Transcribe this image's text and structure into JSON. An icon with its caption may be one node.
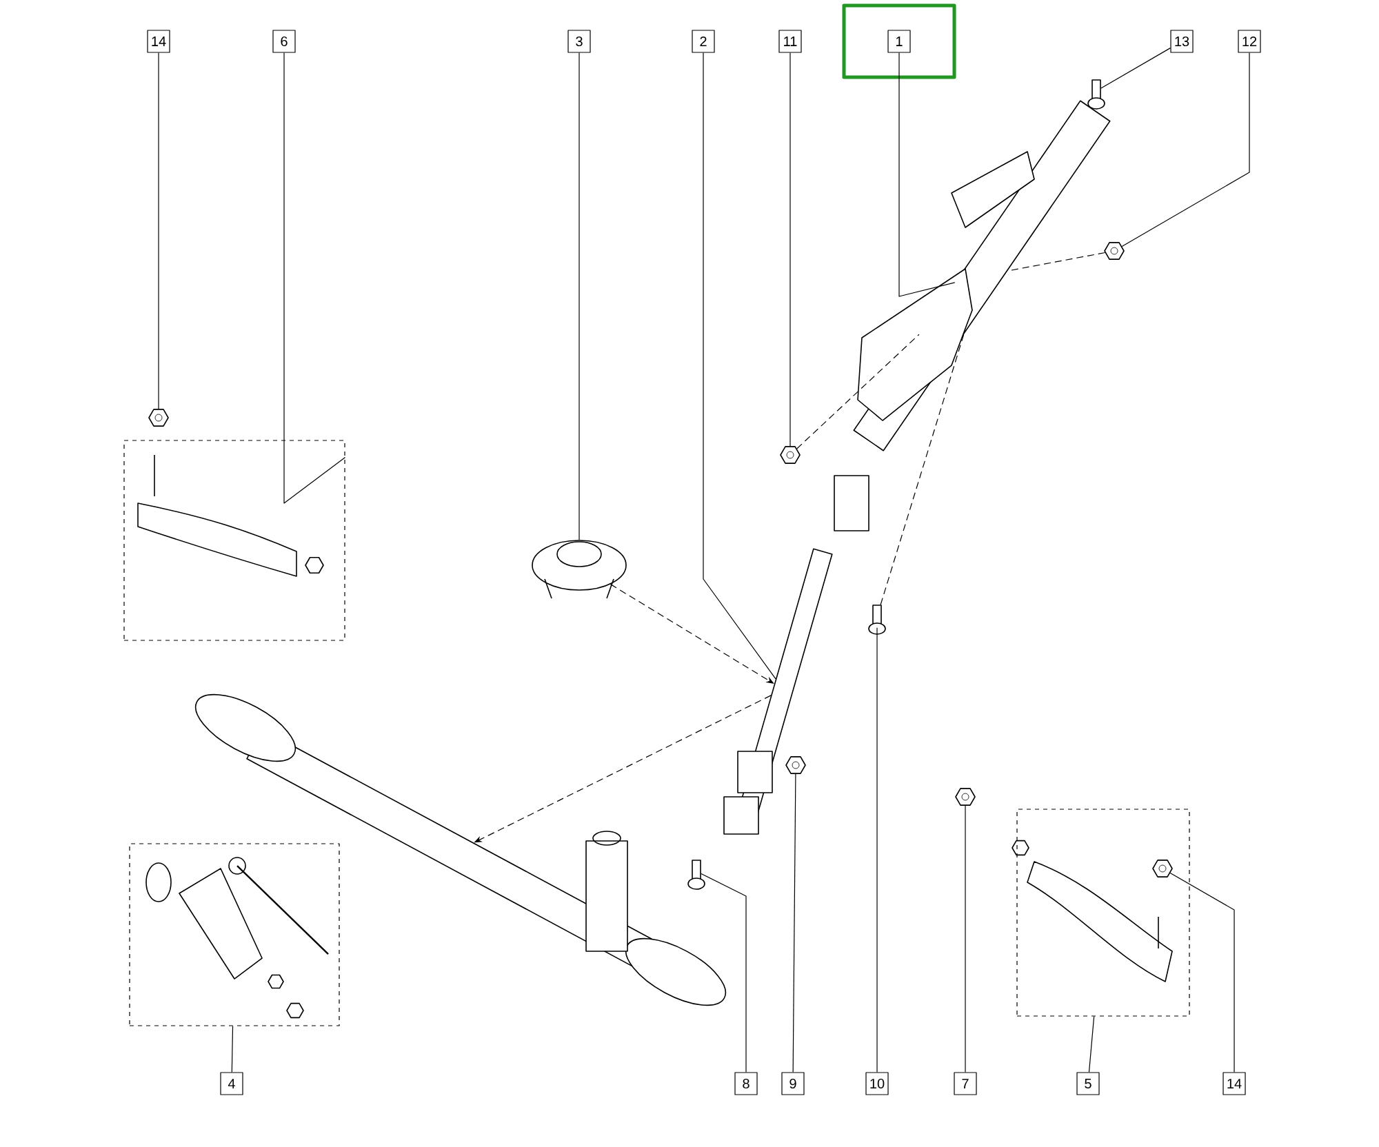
{
  "diagram": {
    "nodes": [
      {
        "text": [
          "14"
        ]
      },
      {
        "text": [
          "6"
        ]
      },
      {
        "text": [
          "3"
        ]
      },
      {
        "text": [
          "2"
        ]
      },
      {
        "text": [
          "11"
        ]
      },
      {
        "text": [],
        "shape": "box"
      },
      {
        "text": [
          "1"
        ],
        "in": 5
      },
      {
        "text": [
          "13"
        ]
      },
      {
        "text": [
          "12"
        ]
      },
      {
        "text": [
          "4"
        ]
      },
      {
        "text": [
          "8"
        ]
      },
      {
        "text": [
          "9"
        ]
      },
      {
        "text": [
          "10"
        ]
      },
      {
        "text": [
          "7"
        ]
      },
      {
        "text": [
          "5"
        ]
      },
      {
        "text": [
          "14"
        ]
      },
      {
        "text": [],
        "shape": "picture"
      },
      {
        "text": [],
        "shape": "picture"
      },
      {
        "text": [],
        "shape": "picture"
      },
      {
        "text": [],
        "shape": "picture"
      },
      {
        "text": [],
        "shape": "picture"
      },
      {
        "text": [],
        "shape": "picture"
      },
      {
        "text": [],
        "shape": "picture"
      },
      {
        "text": [],
        "shape": "picture"
      },
      {
        "text": [],
        "shape": "picture"
      },
      {
        "text": [],
        "shape": "picture"
      },
      {
        "text": [],
        "shape": "picture"
      },
      {
        "text": [],
        "shape": "picture"
      },
      {
        "text": [],
        "shape": "picture"
      },
      {
        "text": [],
        "shape": "picture"
      },
      {
        "text": [],
        "shape": "picture"
      },
      {
        "text": [],
        "shape": "picture",
        "in": 30
      }
    ],
    "edges": [
      {
        "from": 0,
        "to": 17,
        "arrow": "none"
      },
      {
        "from": 1,
        "to": 18,
        "arrow": "none"
      },
      {
        "from": 2,
        "to": 19,
        "arrow": "none"
      },
      {
        "from": 3,
        "to": 20,
        "arrow": "none"
      },
      {
        "from": 4,
        "to": 21,
        "arrow": "none"
      },
      {
        "from": 6,
        "to": 16,
        "arrow": "none"
      },
      {
        "from": 7,
        "to": 22,
        "arrow": "none"
      },
      {
        "from": 8,
        "to": 23,
        "arrow": "none"
      },
      {
        "from": 9,
        "to": 24,
        "arrow": "none"
      },
      {
        "from": 10,
        "to": 26,
        "arrow": "none"
      },
      {
        "from": 11,
        "to": 27,
        "arrow": "none"
      },
      {
        "from": 12,
        "to": 28,
        "arrow": "none"
      },
      {
        "from": 13,
        "to": 29,
        "arrow": "none"
      },
      {
        "from": 14,
        "to": 30,
        "arrow": "none"
      },
      {
        "from": 15,
        "to": 31,
        "arrow": "none"
      },
      {
        "from": 19,
        "to": 20,
        "arrow": "to",
        "style": "dashed"
      },
      {
        "from": 20,
        "to": 25,
        "arrow": "to",
        "style": "dashed"
      },
      {
        "from": 21,
        "to": 16,
        "arrow": "none",
        "style": "dashed"
      },
      {
        "from": 28,
        "to": 16,
        "arrow": "none",
        "style": "dashed"
      },
      {
        "from": 23,
        "to": 16,
        "arrow": "none",
        "style": "dashed"
      }
    ]
  }
}
